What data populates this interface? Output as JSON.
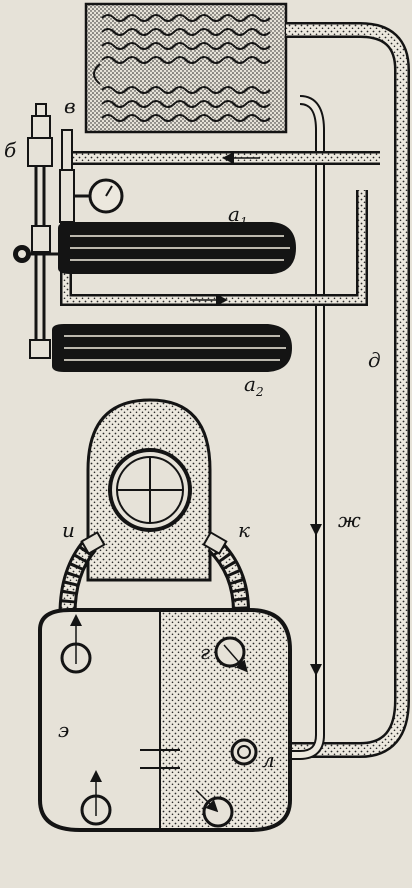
{
  "labels": {
    "a1": "a",
    "a1_sub": "1",
    "a2": "a",
    "a2_sub": "2",
    "b": "б",
    "v": "в",
    "g": "г",
    "d": "д",
    "zh": "ж",
    "e": "э",
    "i": "и",
    "k": "к",
    "l": "л"
  },
  "colors": {
    "ink": "#141414",
    "paper": "#e6e2d8",
    "bag_speckle": "#2a2a2a"
  },
  "icons": {
    "gauge": "pressure-gauge-icon",
    "valve": "valve-icon"
  }
}
